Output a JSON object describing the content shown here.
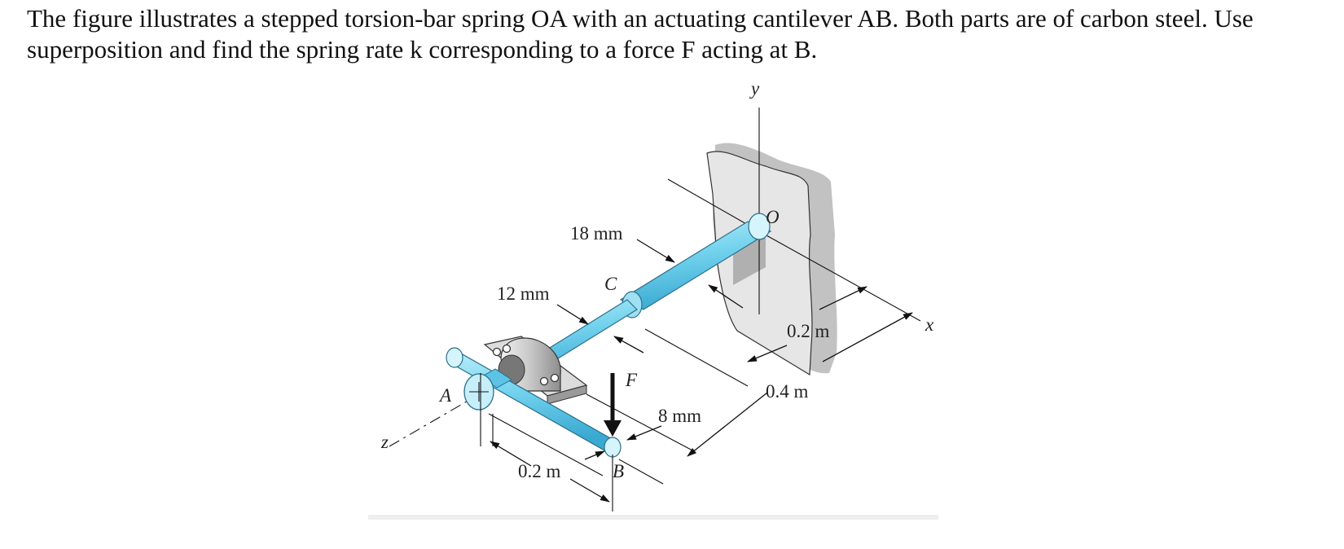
{
  "problem": {
    "text": "The figure illustrates a stepped torsion-bar spring OA with an actuating cantilever AB. Both parts are of carbon steel. Use superposition and find the spring rate k corresponding to a force F acting at B."
  },
  "figure": {
    "labels": {
      "y_axis": "y",
      "x_axis": "x",
      "z_axis": "z",
      "point_o": "O",
      "point_a": "A",
      "point_b": "B",
      "point_c": "C",
      "force_f": "F",
      "dia_18": "18 mm",
      "dia_12": "12 mm",
      "dia_8": "8 mm",
      "len_oc": "0.2 m",
      "len_oa": "0.4 m",
      "len_ab": "0.2 m"
    },
    "colors": {
      "shaft": "#74d3ee",
      "shaft_dark": "#3fb2d8",
      "wall": "#e6e6e6",
      "wall_shadow": "#c2c2c2",
      "bearing": "#c9c9c9"
    }
  }
}
